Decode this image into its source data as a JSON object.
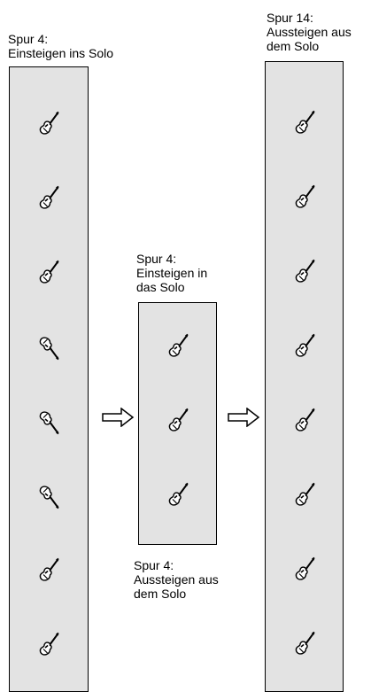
{
  "left_track": {
    "label": "Spur 4:\nEinsteigen ins Solo",
    "guitars": [
      "guitar-up",
      "guitar-up",
      "guitar-up",
      "guitar-down",
      "guitar-down",
      "guitar-down",
      "guitar-up",
      "guitar-up"
    ]
  },
  "middle_track": {
    "label_top": "Spur 4:\nEinsteigen in\ndas Solo",
    "label_bottom": "Spur 4:\nAussteigen aus\ndem Solo",
    "guitars": [
      "guitar-up",
      "guitar-up",
      "guitar-up"
    ]
  },
  "right_track": {
    "label": "Spur 14:\nAussteigen aus\ndem Solo",
    "guitars": [
      "guitar-up",
      "guitar-up",
      "guitar-up",
      "guitar-up",
      "guitar-up",
      "guitar-up",
      "guitar-up",
      "guitar-up"
    ]
  },
  "colors": {
    "track_fill": "#e3e3e3",
    "outline": "#000000"
  },
  "arrows": [
    "right-arrow",
    "right-arrow"
  ]
}
